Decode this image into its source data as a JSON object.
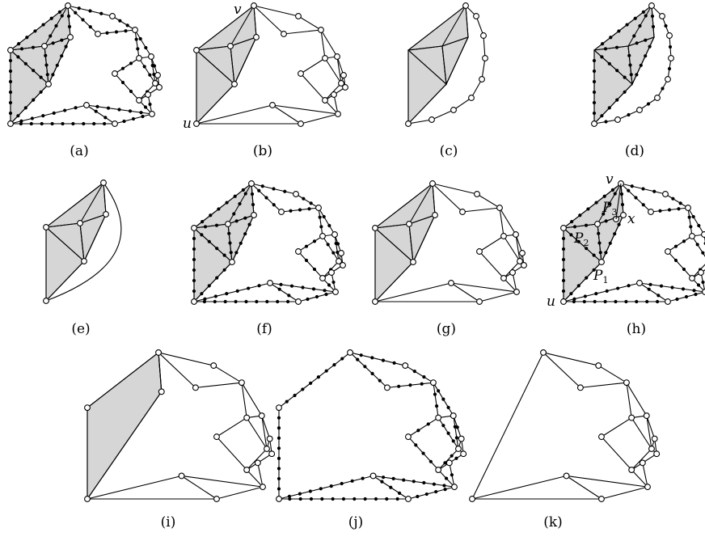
{
  "panels": [
    {
      "caption": "(a)"
    },
    {
      "caption": "(b)"
    },
    {
      "caption": "(c)"
    },
    {
      "caption": "(d)"
    },
    {
      "caption": "(e)"
    },
    {
      "caption": "(f)"
    },
    {
      "caption": "(g)"
    },
    {
      "caption": "(h)"
    },
    {
      "caption": "(i)"
    },
    {
      "caption": "(j)"
    },
    {
      "caption": "(k)"
    }
  ],
  "labels": {
    "u": "u",
    "v": "v",
    "x": "x",
    "p": "P",
    "p1": "1",
    "p2": "2",
    "p3": "3"
  }
}
